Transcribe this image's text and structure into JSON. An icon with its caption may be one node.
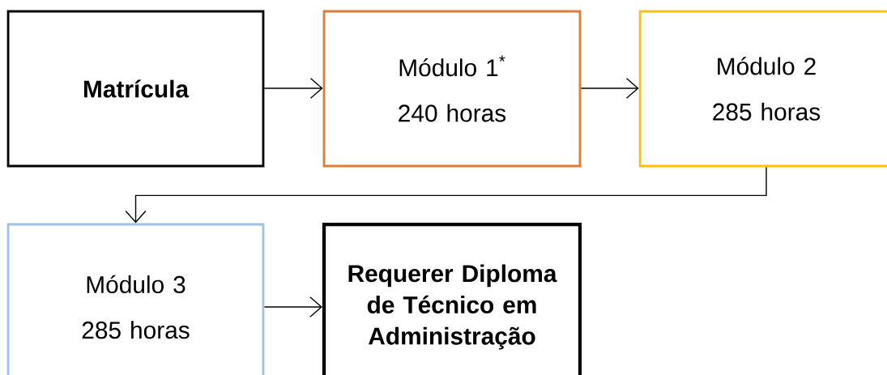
{
  "diagram": {
    "nodes": [
      {
        "text": [
          "Matrícula"
        ]
      },
      {
        "text": [
          "Módulo 1$^{*}$",
          "240 horas"
        ]
      },
      {
        "text": [
          "Módulo 2",
          "285 horas"
        ]
      },
      {
        "text": [
          "Módulo 3",
          "285 horas"
        ]
      },
      {
        "text": [
          "Requerer Diploma de Técnico em Administração"
        ]
      }
    ],
    "edges": [
      {
        "from": 0,
        "to": 1,
        "arrow": "to"
      },
      {
        "from": 1,
        "to": 2,
        "arrow": "to"
      },
      {
        "from": 2,
        "to": 3,
        "arrow": "to"
      },
      {
        "from": 3,
        "to": 4,
        "arrow": "to"
      }
    ]
  }
}
